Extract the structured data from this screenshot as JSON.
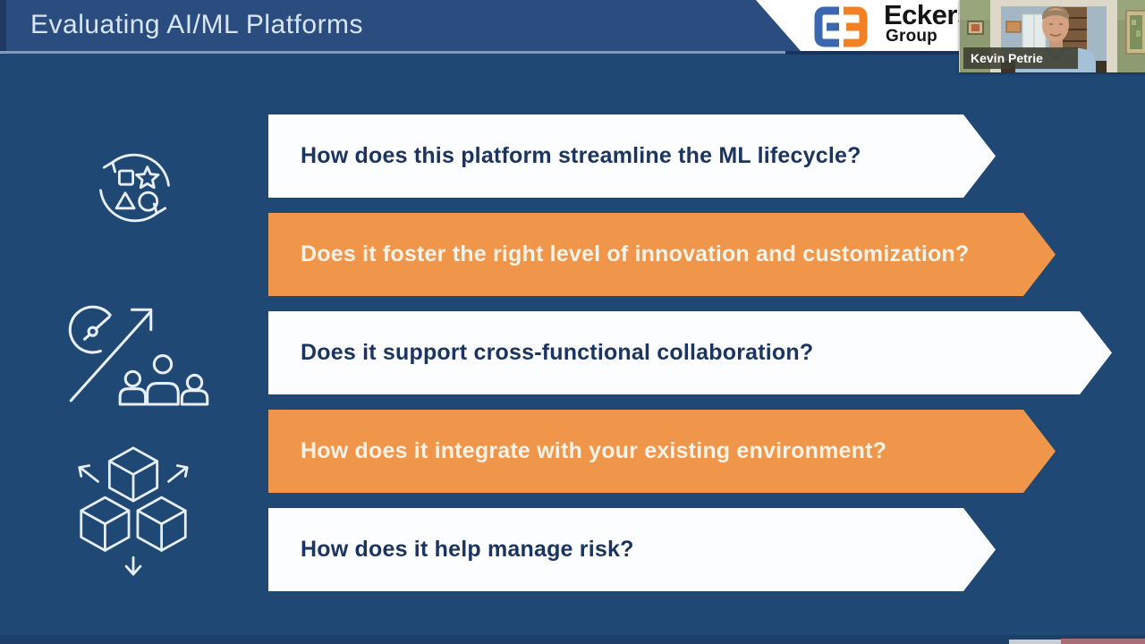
{
  "slide": {
    "title": "Evaluating AI/ML Platforms",
    "banners": [
      {
        "text": "How does this platform streamline the ML lifecycle?",
        "style": "white"
      },
      {
        "text": "Does it foster the right level of innovation and customization?",
        "style": "orange"
      },
      {
        "text": "Does it support cross-functional collaboration?",
        "style": "white"
      },
      {
        "text": "How does it integrate with your existing environment?",
        "style": "orange"
      },
      {
        "text": "How does it help manage risk?",
        "style": "white"
      }
    ],
    "icons": [
      {
        "name": "ml-lifecycle-cycle-icon"
      },
      {
        "name": "gauge-growth-collaboration-icon"
      },
      {
        "name": "integration-cubes-icon"
      }
    ]
  },
  "logo": {
    "brand": "Eckerson",
    "sub": "Group"
  },
  "webcam": {
    "speaker_name": "Kevin Petrie"
  },
  "colors": {
    "background": "#1F4875",
    "header": "#2A4C7F",
    "accent_orange": "#F0964B",
    "navy_text": "#1B3560",
    "logo_blue": "#3A67AE",
    "logo_orange": "#F48024"
  }
}
